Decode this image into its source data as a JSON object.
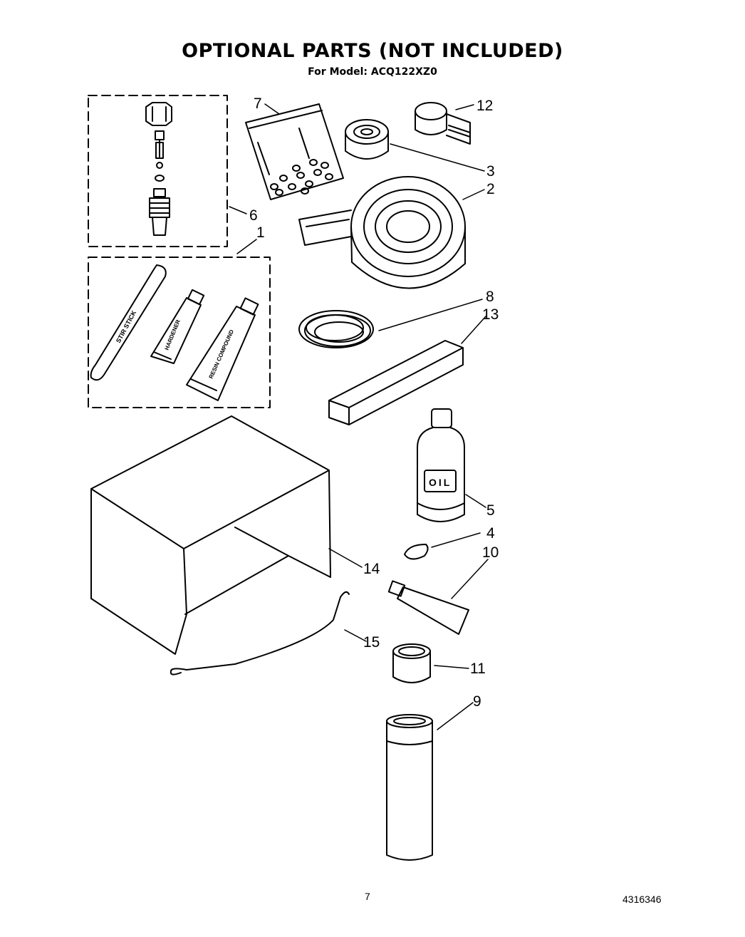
{
  "header": {
    "title": "OPTIONAL PARTS (NOT INCLUDED)",
    "model_line": "For Model: ACQ122XZ0"
  },
  "footer": {
    "page_number": "7",
    "document_number": "4316346"
  },
  "item_labels": {
    "stir_stick": "STIR STICK",
    "hardener": "HARDENER",
    "resin_compound": "RESIN COMPOUND",
    "oil": "OIL"
  },
  "callouts": {
    "c1": "1",
    "c2": "2",
    "c3": "3",
    "c4": "4",
    "c5": "5",
    "c6": "6",
    "c7": "7",
    "c8": "8",
    "c9": "9",
    "c10": "10",
    "c11": "11",
    "c12": "12",
    "c13": "13",
    "c14": "14",
    "c15": "15"
  },
  "colors": {
    "ink": "#000000",
    "paper": "#ffffff"
  }
}
